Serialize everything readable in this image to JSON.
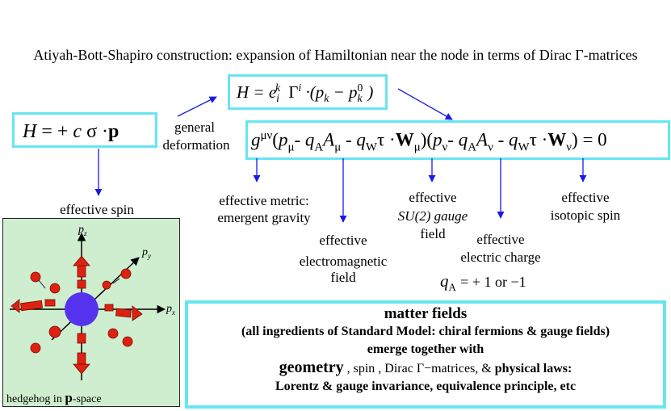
{
  "title": "Atiyah-Bott-Shapiro construction: expansion of Hamiltonian near the node in terms of Dirac Γ-matrices",
  "labels": {
    "general": "general",
    "deformation": "deformation",
    "effective_spin": "effective spin",
    "metric_1": "effective metric:",
    "metric_2": "emergent gravity",
    "em_1": "effective",
    "em_2": "electromagnetic",
    "em_3": "field",
    "su2_1": "effective",
    "su2_2": "SU(2) gauge",
    "su2_3": "field",
    "charge_1": "effective",
    "charge_2": "electric charge",
    "iso_1": "effective",
    "iso_2": "isotopic spin",
    "qa_values": "= + 1  or  −1"
  },
  "hedgehog": {
    "pz": "p",
    "py": "p",
    "px": "p",
    "caption_1": "hedgehog in ",
    "caption_2": "p",
    "caption_3": "-space"
  },
  "matter": {
    "line1": "matter fields",
    "line2": "(all ingredients of Standard Model: chiral fermions & gauge fields)",
    "line3": "emerge  together with",
    "line4a": "geometry",
    "line4b": " , spin , Dirac Γ−matrices,  & ",
    "line4c": "physical laws:",
    "line5": "Lorentz & gauge  invariance, equivalence principle, etc"
  },
  "colors": {
    "box_border": "#66e6f2",
    "arrow": "#1a1ae6",
    "hedgehog_bg": "#cfeecf",
    "sphere": "#5533ee",
    "spin": "#dd2211"
  }
}
